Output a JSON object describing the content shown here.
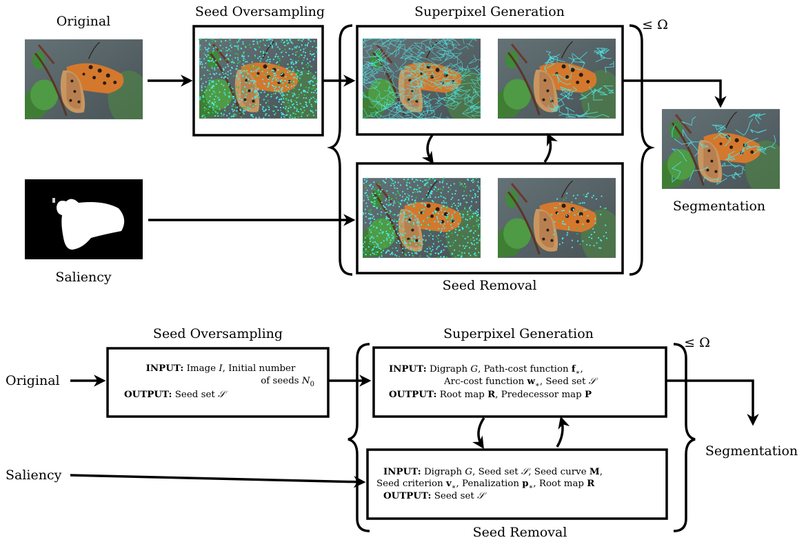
{
  "top": {
    "original": "Original",
    "saliency": "Saliency",
    "seed_oversampling": "Seed Oversampling",
    "superpixel_generation": "Superpixel Generation",
    "seed_removal": "Seed Removal",
    "segmentation": "Segmentation",
    "omega": "≤ Ω"
  },
  "bottom": {
    "original": "Original",
    "saliency": "Saliency",
    "seed_oversampling": "Seed Oversampling",
    "superpixel_generation": "Superpixel Generation",
    "seed_removal": "Seed Removal",
    "segmentation": "Segmentation",
    "omega": "≤ Ω",
    "oversampling_box": {
      "line1_kw": "INPUT:",
      "line1_rest_a": " Image ",
      "line1_var": "I",
      "line1_rest_b": ", Initial number",
      "line2": "of seeds ",
      "line2_var": "N",
      "line2_sub": "0",
      "line3_kw": "OUTPUT:",
      "line3_rest": " Seed set ",
      "line3_var": "𝒮"
    },
    "generation_box": {
      "line1_kw": "INPUT:",
      "line1_a": " Digraph ",
      "line1_G": "G",
      "line1_b": ", Path-cost function ",
      "line1_f": "f",
      "line1_sub": "∗",
      "line1_c": ",",
      "line2_a": "Arc-cost function ",
      "line2_w": "w",
      "line2_sub": "∗",
      "line2_b": ", Seed set ",
      "line2_S": "𝒮",
      "line3_kw": "OUTPUT:",
      "line3_a": " Root map ",
      "line3_R": "R",
      "line3_b": ", Predecessor map ",
      "line3_P": "P"
    },
    "removal_box": {
      "line1_kw": "INPUT:",
      "line1_a": " Digraph ",
      "line1_G": "G",
      "line1_b": ", Seed set ",
      "line1_S": "𝒮",
      "line1_c": ", Seed curve ",
      "line1_M": "M",
      "line1_d": ",",
      "line2_a": "Seed criterion ",
      "line2_v": "v",
      "line2_sub1": "∗",
      "line2_b": ", Penalization ",
      "line2_p": "p",
      "line2_sub2": "∗",
      "line2_c": ", Root map ",
      "line2_R": "R",
      "line3_kw": "OUTPUT:",
      "line3_a": " Seed set ",
      "line3_S": "𝒮"
    }
  },
  "colors": {
    "seed_cyan": "#4fe6e6",
    "seed_green": "#2fbf4a",
    "photo_bg": "#4b585e",
    "butterfly_orange": "#d27a2a",
    "leaf_green": "#3e8a3a"
  },
  "icons": [
    "butterfly-photo",
    "saliency-mask",
    "seed-overlay",
    "superpixel-contours",
    "curly-brace",
    "arrow"
  ]
}
